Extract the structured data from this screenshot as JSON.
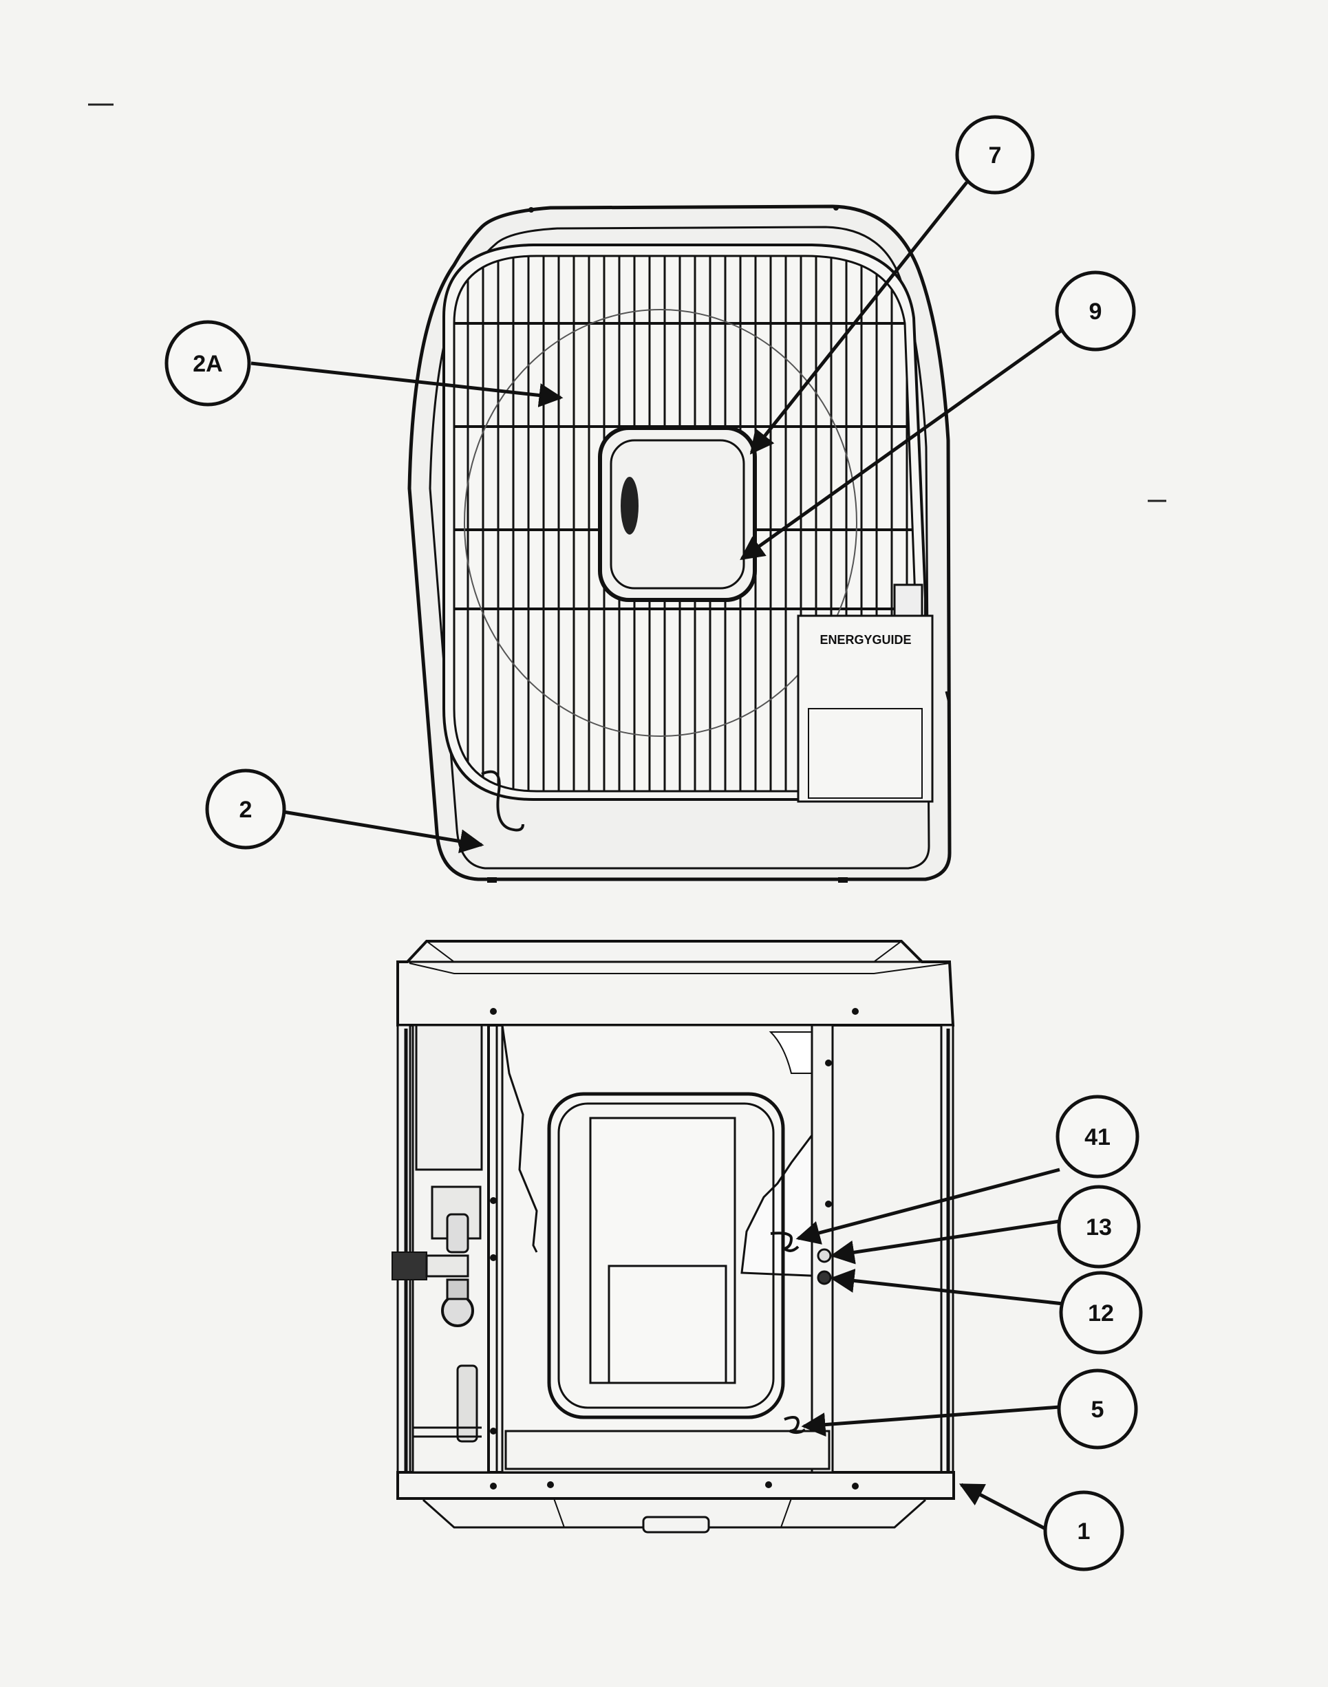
{
  "diagram": {
    "callouts": {
      "c7": {
        "label": "7"
      },
      "c9": {
        "label": "9"
      },
      "c2a": {
        "label": "2A"
      },
      "c2": {
        "label": "2"
      },
      "c41": {
        "label": "41"
      },
      "c13": {
        "label": "13"
      },
      "c12": {
        "label": "12"
      },
      "c5": {
        "label": "5"
      },
      "c1": {
        "label": "1"
      }
    },
    "energyguide_label": "ENERGYGUIDE"
  }
}
